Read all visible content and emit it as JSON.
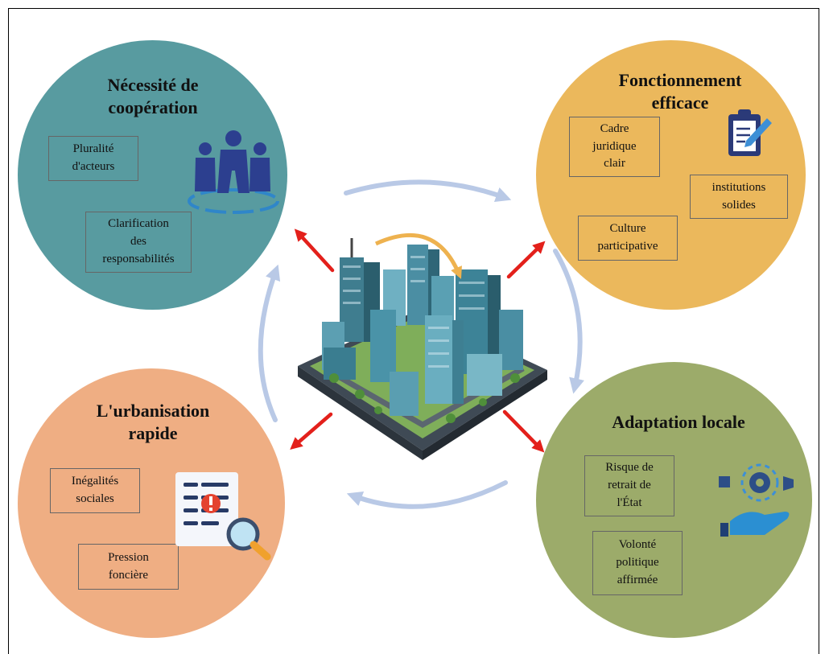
{
  "nodes": {
    "top_left": {
      "title": [
        "Nécessité de",
        "coopération"
      ],
      "boxes": [
        {
          "lines": [
            "Pluralité",
            "d'acteurs"
          ]
        },
        {
          "lines": [
            "Clarification",
            "des",
            "responsabilités"
          ]
        }
      ],
      "icon": "team-people-icon",
      "color": "#589ba0"
    },
    "top_right": {
      "title": [
        "Fonctionnement",
        "efficace"
      ],
      "boxes": [
        {
          "lines": [
            "Cadre",
            "juridique",
            "clair"
          ]
        },
        {
          "lines": [
            "institutions",
            "solides"
          ]
        },
        {
          "lines": [
            "Culture",
            "participative"
          ]
        }
      ],
      "icon": "clipboard-pen-icon",
      "color": "#ebb85c"
    },
    "bottom_left": {
      "title": [
        "L'urbanisation",
        "rapide"
      ],
      "boxes": [
        {
          "lines": [
            "Inégalités",
            "sociales"
          ]
        },
        {
          "lines": [
            "Pression",
            "foncière"
          ]
        }
      ],
      "icon": "document-alert-magnifier-icon",
      "color": "#efae83"
    },
    "bottom_right": {
      "title": [
        "Adaptation locale"
      ],
      "boxes": [
        {
          "lines": [
            "Risque de",
            "retrait de",
            "l'État"
          ]
        },
        {
          "lines": [
            "Volonté",
            "politique",
            "affirmée"
          ]
        }
      ],
      "icon": "hand-gear-icon",
      "color": "#9cab6a"
    }
  },
  "center": {
    "icon": "city-buildings-icon"
  },
  "colors": {
    "cycle_arrow": "#b9c9e6",
    "red_arrow": "#e3201b",
    "box_border": "#666666"
  }
}
